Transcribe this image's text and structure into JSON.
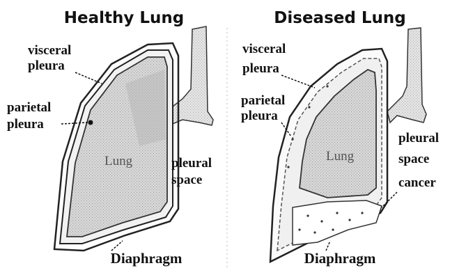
{
  "panels": {
    "healthy": {
      "title": "Healthy Lung",
      "visceral": [
        "visceral",
        "pleura"
      ],
      "parietal": [
        "parietal",
        "pleura"
      ],
      "lung": "Lung",
      "pleural_space": [
        "pleural",
        "space"
      ],
      "diaphragm": "Diaphragm"
    },
    "diseased": {
      "title": "Diseased Lung",
      "visceral": [
        "visceral",
        "pleura"
      ],
      "parietal": [
        "parietal",
        "pleura"
      ],
      "lung": "Lung",
      "pleural_space": [
        "pleural",
        "space"
      ],
      "cancer": "cancer",
      "diaphragm": "Diaphragm"
    }
  }
}
